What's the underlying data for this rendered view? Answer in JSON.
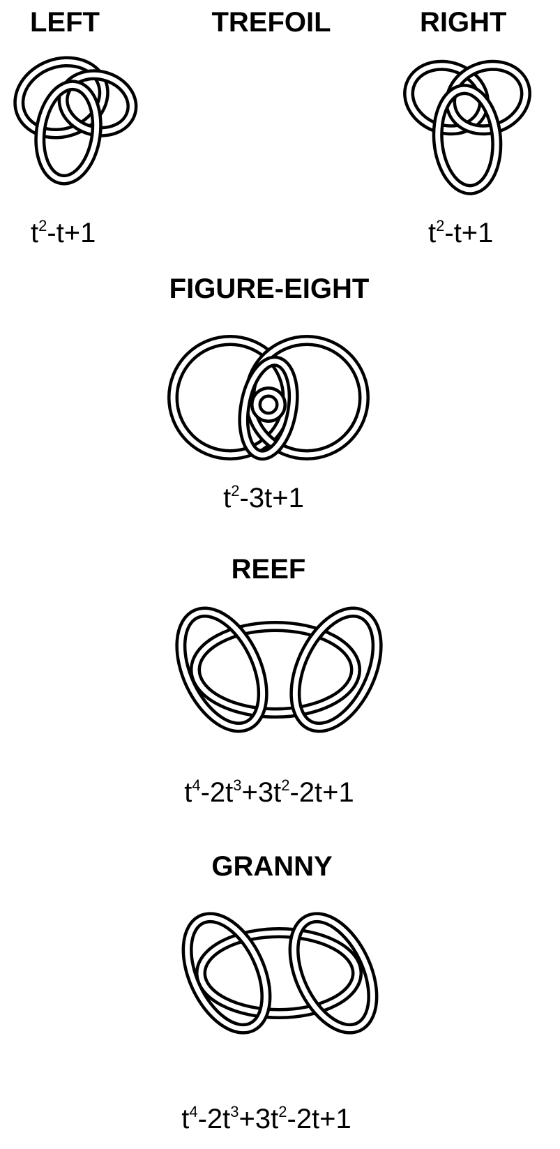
{
  "headings": {
    "left": "LEFT",
    "trefoil": "TREFOIL",
    "right": "RIGHT",
    "figure_eight": "FIGURE-EIGHT",
    "reef": "REEF",
    "granny": "GRANNY"
  },
  "polynomials": {
    "left_trefoil": {
      "p1": "t",
      "e1": "2",
      "p2": "-t+1"
    },
    "right_trefoil": {
      "p1": "t",
      "e1": "2",
      "p2": "-t+1"
    },
    "figure_eight": {
      "p1": "t",
      "e1": "2",
      "p2": "-3t+1"
    },
    "reef": {
      "p1": "t",
      "e1": "4",
      "p2": "-2t",
      "e2": "3",
      "p3": "+3t",
      "e3": "2",
      "p4": "-2t+1"
    },
    "granny": {
      "p1": "t",
      "e1": "4",
      "p2": "-2t",
      "e2": "3",
      "p3": "+3t",
      "e3": "2",
      "p4": "-2t+1"
    }
  }
}
